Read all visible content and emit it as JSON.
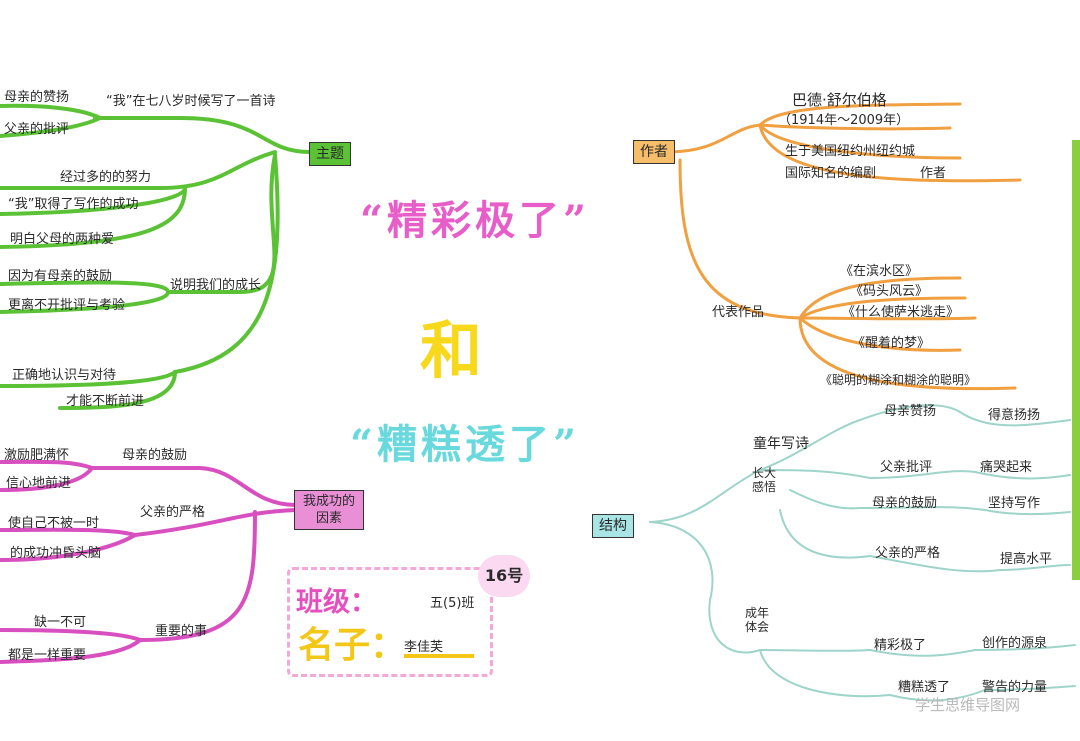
{
  "center": {
    "title_top": "“精彩极了”",
    "title_and": "和",
    "title_bottom": "“糟糕透了”"
  },
  "theme": {
    "label": "主题",
    "n1": "母亲的赞扬",
    "n2": "父亲的批评",
    "n3": "“我”在七八岁时候写了一首诗",
    "n4": "经过多的的努力",
    "n5": "“我”取得了写作的成功",
    "n6": "明白父母的两种爱",
    "n7": "因为有母亲的鼓励",
    "n8": "更离不开批评与考验",
    "n9": "说明我们的成长",
    "n10": "正确地认识与对待",
    "n11": "才能不断前进"
  },
  "author": {
    "label": "作者",
    "name": "巴德·舒尔伯格",
    "years": "（1914年～2009年）",
    "birth": "生于美国纽约州纽约城",
    "role_a": "国际知名的编剧",
    "role_b": "作者",
    "works_label": "代表作品",
    "works": [
      "《在滨水区》",
      "《码头风云》",
      "《什么使萨米逃走》",
      "《醒着的梦》",
      "《聪明的糊涂和糊涂的聪明》"
    ]
  },
  "success": {
    "label": "我成功的因素",
    "n1": "激励肥满怀",
    "n2": "信心地前进",
    "n3": "母亲的鼓励",
    "n4": "使自己不被一时",
    "n5": "的成功冲昏头脑",
    "n6": "父亲的严格",
    "n7": "缺一不可",
    "n8": "都是一样重要",
    "n9": "重要的事"
  },
  "structure": {
    "label": "结构",
    "s1": "童年写诗",
    "s2": "长大感悟",
    "s3": "成年体会",
    "a1": "母亲赞扬",
    "a1r": "得意扬扬",
    "a2": "父亲批评",
    "a2r": "痛哭起来",
    "b1": "母亲的鼓励",
    "b1r": "坚持写作",
    "b2": "父亲的严格",
    "b2r": "提高水平",
    "c1": "精彩极了",
    "c1r": "创作的源泉",
    "c2": "糟糕透了",
    "c2r": "警告的力量"
  },
  "student": {
    "class_label": "班级：",
    "class_value": "五(5)班",
    "name_label": "名子：",
    "name_value": "李佳芙",
    "number": "16号"
  },
  "watermark": "学生思维导图网",
  "colors": {
    "theme_green": "#5bc236",
    "author_orange": "#f0a040",
    "success_magenta": "#d84fc0",
    "structure_teal": "#9ed4c9",
    "title_pink": "#e85ec8",
    "title_yellow": "#f7d81a",
    "title_cyan": "#6ad9dd"
  }
}
